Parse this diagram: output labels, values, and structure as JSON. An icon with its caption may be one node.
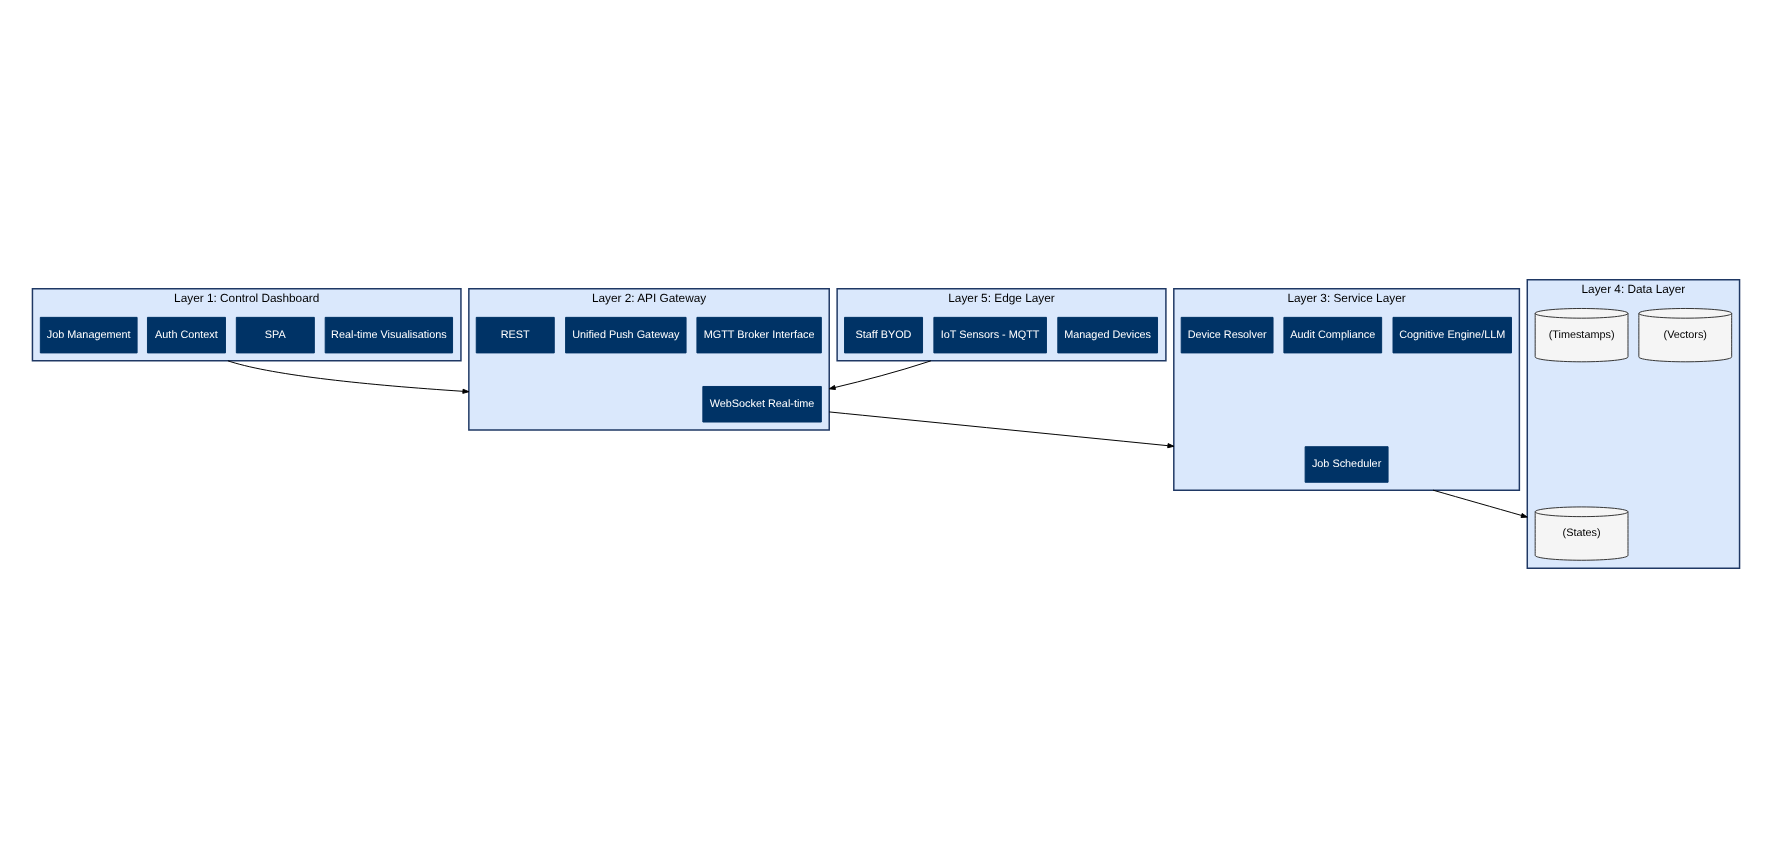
{
  "diagram": {
    "nodes": [
      {
        "text": [
          "Layer 1: Control Dashboard"
        ]
      },
      {
        "text": [
          "Real-time Visualisations"
        ],
        "in": 0
      },
      {
        "text": [
          "SPA"
        ],
        "in": 0
      },
      {
        "text": [
          "Auth Context"
        ],
        "in": 0
      },
      {
        "text": [
          "Job Management"
        ],
        "in": 0
      },
      {
        "text": [
          "Layer 5: Edge Layer"
        ]
      },
      {
        "text": [
          "Managed Devices"
        ],
        "in": 5
      },
      {
        "text": [
          "IoT Sensors - MQTT"
        ],
        "in": 5
      },
      {
        "text": [
          "Staff BYOD"
        ],
        "in": 5
      },
      {
        "text": [
          "Layer 2: API Gateway"
        ]
      },
      {
        "text": [
          "MGTT Broker Interface"
        ],
        "in": 9
      },
      {
        "text": [
          "Unified Push Gateway"
        ],
        "in": 9
      },
      {
        "text": [
          "WebSocket Real-time"
        ],
        "in": 9
      },
      {
        "text": [
          "REST"
        ],
        "in": 9
      },
      {
        "text": [
          "Layer 3: Service Layer"
        ]
      },
      {
        "text": [
          "Cognitive Engine/LLM"
        ],
        "in": 14
      },
      {
        "text": [
          "Audit Compliance"
        ],
        "in": 14
      },
      {
        "text": [
          "Job Scheduler"
        ],
        "in": 14
      },
      {
        "text": [
          "Device Resolver"
        ],
        "in": 14
      },
      {
        "text": [
          "Layer 4: Data Layer"
        ]
      },
      {
        "text": [
          "(Vectors)"
        ],
        "in": 19
      },
      {
        "text": [
          "(States)"
        ],
        "in": 19
      },
      {
        "text": [
          "(Timestamps)"
        ],
        "in": 19
      }
    ],
    "edges": [
      {
        "from": 0,
        "to": 9,
        "arrow": "to"
      },
      {
        "from": 5,
        "to": 9,
        "arrow": "to"
      },
      {
        "from": 9,
        "to": 14,
        "arrow": "to"
      },
      {
        "from": 14,
        "to": 19,
        "arrow": "to"
      }
    ]
  }
}
